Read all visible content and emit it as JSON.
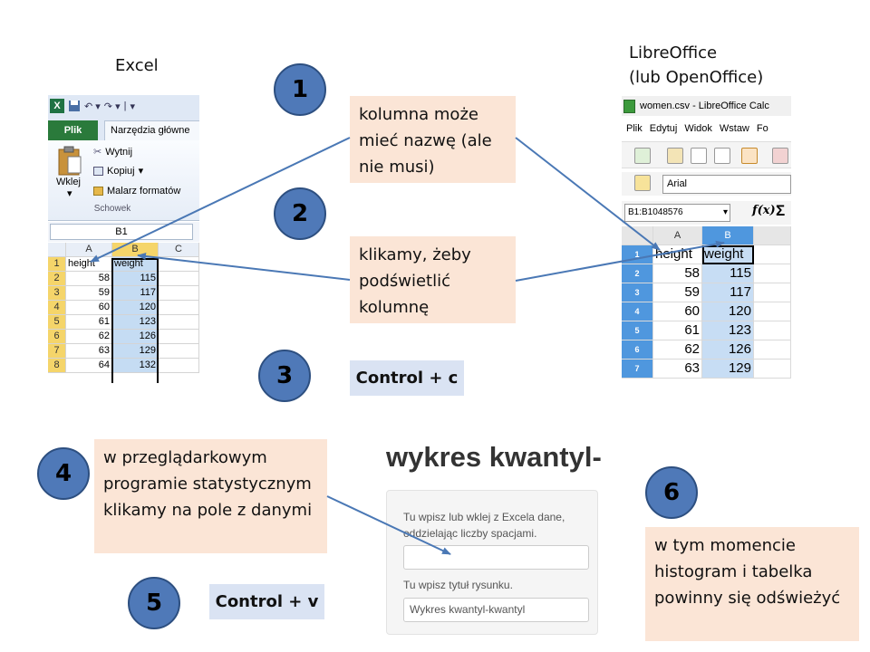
{
  "headings": {
    "excel": "Excel",
    "libreoffice_line1": "LibreOffice",
    "libreoffice_line2": "(lub OpenOffice)"
  },
  "steps": [
    {
      "number": "1"
    },
    {
      "number": "2"
    },
    {
      "number": "3"
    },
    {
      "number": "4"
    },
    {
      "number": "5"
    },
    {
      "number": "6"
    }
  ],
  "callouts": {
    "step1": "kolumna może mieć nazwę (ale nie musi)",
    "step2": "klikamy, żeby podświetlić kolumnę",
    "step3": "Control + c",
    "step4": "w przeglądarkowym programie statystycznym klikamy na pole z danymi",
    "step5": "Control + v",
    "step6": "w tym momencie histogram i tabelka powinny się odświeżyć"
  },
  "excel": {
    "quick_access": [
      "↶ ▾",
      "↷ ▾",
      "|",
      "▾"
    ],
    "file_tab": "Plik",
    "home_tab": "Narzędzia główne",
    "paste_label": "Wklej",
    "paste_arrow": "▾",
    "cut": "Wytnij",
    "copy": "Kopiuj",
    "copy_arrow": "▾",
    "format_painter": "Malarz formatów",
    "group_label": "Schowek",
    "name_box": "B1",
    "columns": [
      "A",
      "B",
      "C"
    ],
    "rows": [
      {
        "n": "1",
        "a": "height",
        "b": "weight"
      },
      {
        "n": "2",
        "a": "58",
        "b": "115"
      },
      {
        "n": "3",
        "a": "59",
        "b": "117"
      },
      {
        "n": "4",
        "a": "60",
        "b": "120"
      },
      {
        "n": "5",
        "a": "61",
        "b": "123"
      },
      {
        "n": "6",
        "a": "62",
        "b": "126"
      },
      {
        "n": "7",
        "a": "63",
        "b": "129"
      },
      {
        "n": "8",
        "a": "64",
        "b": "132"
      }
    ]
  },
  "libreoffice": {
    "window_title": "women.csv - LibreOffice Calc",
    "menu": [
      "Plik",
      "Edytuj",
      "Widok",
      "Wstaw",
      "Fo"
    ],
    "font_name": "Arial",
    "name_box": "B1:B1048576",
    "name_box_arrow": "▾",
    "fx": "f(x)",
    "sigma": "Σ",
    "columns": [
      "A",
      "B"
    ],
    "rows": [
      {
        "n": "1",
        "a": "height",
        "b": "weight"
      },
      {
        "n": "2",
        "a": "58",
        "b": "115"
      },
      {
        "n": "3",
        "a": "59",
        "b": "117"
      },
      {
        "n": "4",
        "a": "60",
        "b": "120"
      },
      {
        "n": "5",
        "a": "61",
        "b": "123"
      },
      {
        "n": "6",
        "a": "62",
        "b": "126"
      },
      {
        "n": "7",
        "a": "63",
        "b": "129"
      }
    ]
  },
  "stats_app": {
    "heading": "wykres kwantyl-",
    "data_help": "Tu wpisz lub wklej z Excela dane, oddzielając liczby spacjami.",
    "data_value": "",
    "title_help": "Tu wpisz tytuł rysunku.",
    "title_placeholder": "Wykres kwantyl-kwantyl"
  },
  "colors": {
    "circle": "#4f79b8",
    "callout": "#fbe5d6",
    "keybox": "#dae3f3",
    "arrow": "#4a78b5"
  }
}
